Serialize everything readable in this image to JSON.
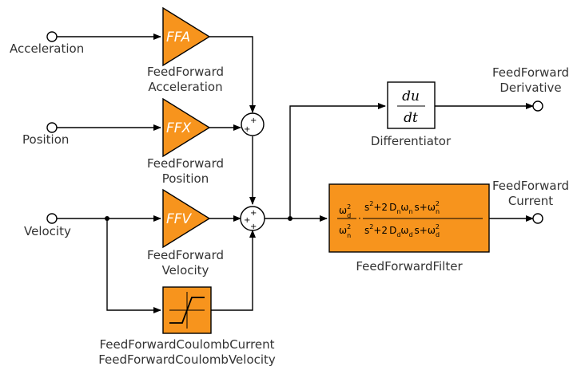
{
  "diagram": {
    "inputs": {
      "acceleration": "Acceleration",
      "position": "Position",
      "velocity": "Velocity"
    },
    "gains": {
      "ffa": {
        "symbol": "FFA",
        "caption_line1": "FeedForward",
        "caption_line2": "Acceleration"
      },
      "ffx": {
        "symbol": "FFX",
        "caption_line1": "FeedForward",
        "caption_line2": "Position"
      },
      "ffv": {
        "symbol": "FFV",
        "caption_line1": "FeedForward",
        "caption_line2": "Velocity"
      }
    },
    "coulomb": {
      "caption_line1": "FeedForwardCoulombCurrent",
      "caption_line2": "FeedForwardCoulombVelocity"
    },
    "sum_sign": "+",
    "differentiator": {
      "numerator": "du",
      "denominator": "dt",
      "caption": "Differentiator"
    },
    "filter": {
      "caption": "FeedForwardFilter",
      "omega": "ω",
      "d": "d",
      "n": "n",
      "sq": "2",
      "dot": "·",
      "s": "s",
      "plus": "+",
      "two": "2",
      "D": "D"
    },
    "outputs": {
      "derivative_line1": "FeedForward",
      "derivative_line2": "Derivative",
      "current_line1": "FeedForward",
      "current_line2": "Current"
    }
  },
  "colors": {
    "block": "#f7941d",
    "wire": "#000000",
    "text": "#333333"
  }
}
